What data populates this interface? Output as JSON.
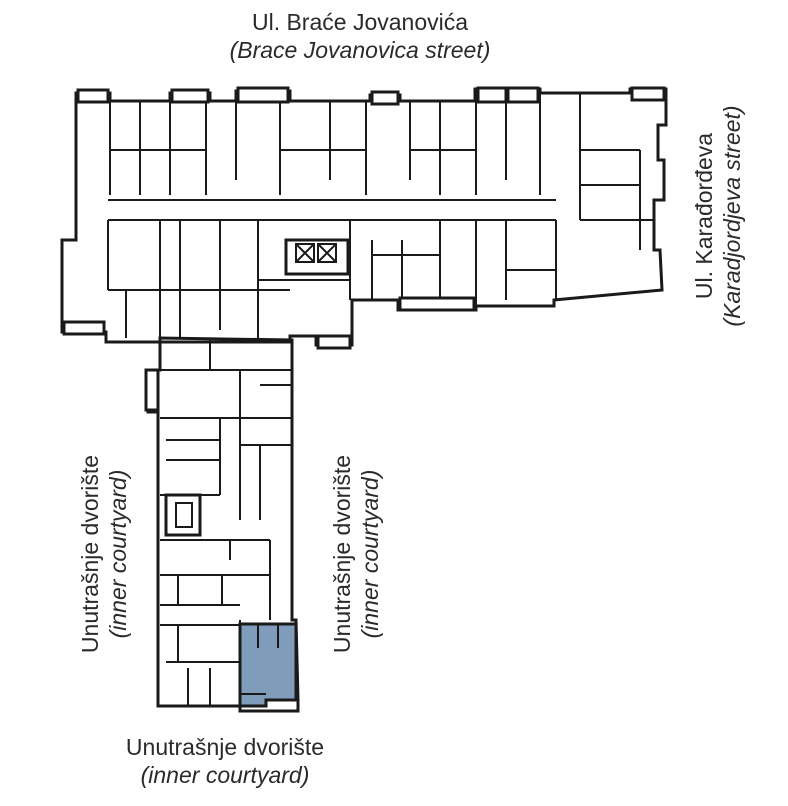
{
  "labels": {
    "top": {
      "main": "Ul. Braće Jovanovića",
      "sub": "(Brace Jovanovica street)"
    },
    "right": {
      "main": "Ul. Karađorđeva",
      "sub": "(Karadjordjeva street)"
    },
    "left": {
      "main": "Unutrašnje dvorište",
      "sub": "(inner courtyard)"
    },
    "middle": {
      "main": "Unutrašnje dvorište",
      "sub": "(inner courtyard)"
    },
    "bottom": {
      "main": "Unutrašnje dvorište",
      "sub": "(inner courtyard)"
    }
  },
  "colors": {
    "wall": "#1a1a1a",
    "highlight_fill": "#7f9cba",
    "background": "#ffffff"
  },
  "highlighted_unit": {
    "status": "selected"
  }
}
